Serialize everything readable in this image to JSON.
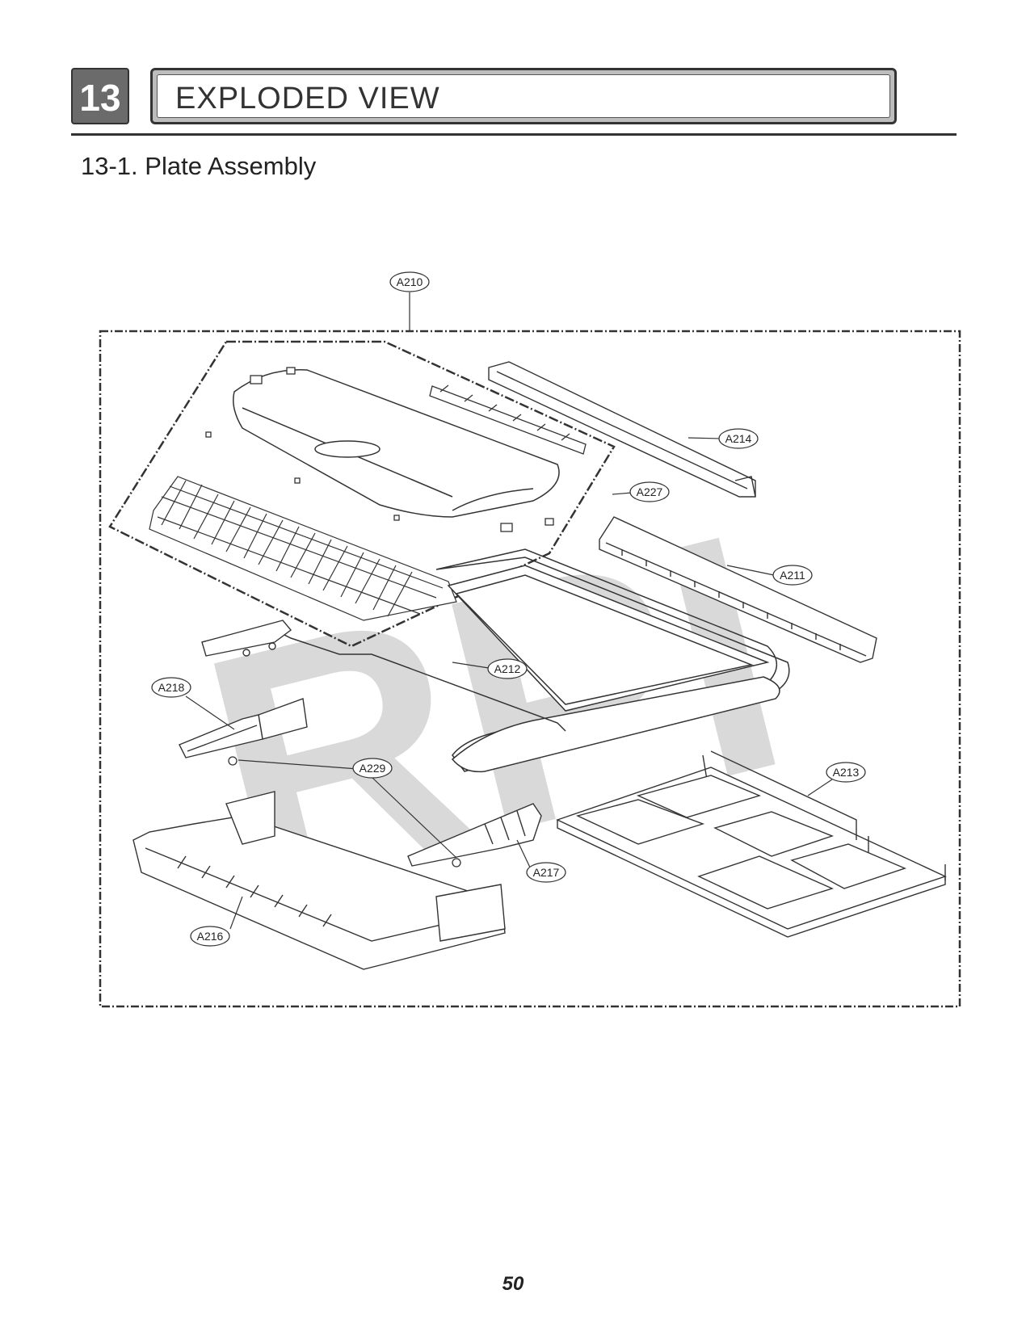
{
  "header": {
    "section_number": "13",
    "section_title": "EXPLODED VIEW"
  },
  "subtitle": "13-1. Plate Assembly",
  "watermark": "RPI",
  "callouts": {
    "a210": "A210",
    "a214": "A214",
    "a227": "A227",
    "a211": "A211",
    "a212": "A212",
    "a218": "A218",
    "a229": "A229",
    "a213": "A213",
    "a217": "A217",
    "a216": "A216"
  },
  "page_number": "50"
}
